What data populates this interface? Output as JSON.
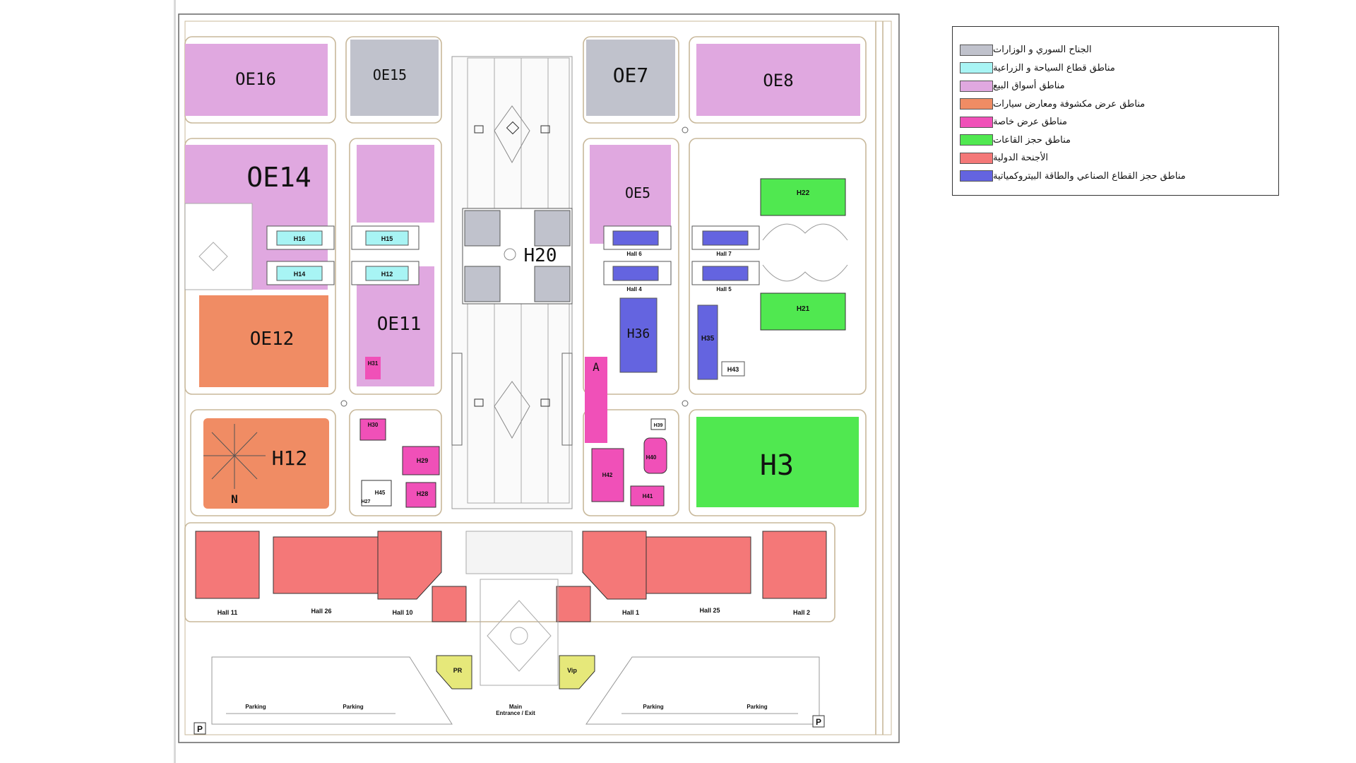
{
  "colors": {
    "syrian_ministries": "#c0c2cc",
    "tourism_agri": "#a8f4f4",
    "sales_markets": "#e0a8e0",
    "open_exhibition_cars": "#f08c64",
    "special_exhibition": "#f050b8",
    "halls_booking": "#50e850",
    "international": "#f47878",
    "industrial_petro": "#6464e0",
    "road_outline": "#c8b89a"
  },
  "legend": {
    "items": [
      {
        "key": "syrian_ministries",
        "color": "#c0c2cc",
        "label": "الجناح السوري و الوزارات"
      },
      {
        "key": "tourism_agri",
        "color": "#a8f4f4",
        "label": "مناطق قطاع السياحة و الزراعية"
      },
      {
        "key": "sales_markets",
        "color": "#e0a8e0",
        "label": "مناطق أسواق البيع"
      },
      {
        "key": "open_exhibition_cars",
        "color": "#f08c64",
        "label": "مناطق عرض مكشوفة ومعارض سيارات"
      },
      {
        "key": "special_exhibition",
        "color": "#f050b8",
        "label": "مناطق عرض خاصة"
      },
      {
        "key": "halls_booking",
        "color": "#50e850",
        "label": "مناطق حجز القاعات"
      },
      {
        "key": "international",
        "color": "#f47878",
        "label": "الأجنحة الدولية"
      },
      {
        "key": "industrial_petro",
        "color": "#6464e0",
        "label": "مناطق حجز القطاع الصناعي والطاقة البيتروكمياتية"
      }
    ]
  },
  "zones": {
    "oe16": "OE16",
    "oe15": "OE15",
    "oe7": "OE7",
    "oe8": "OE8",
    "oe14": "OE14",
    "oe5": "OE5",
    "oe11": "OE11",
    "oe12": "OE12",
    "h12": "H12",
    "h3": "H3",
    "h20": "H20",
    "h36": "H36",
    "h35": "H35",
    "h22": "H22",
    "h21": "H21",
    "h16": "H16",
    "h15": "H15",
    "h14": "H14",
    "h13": "H12",
    "h31": "H31",
    "h30": "H30",
    "h29": "H29",
    "h28": "H28",
    "h27": "H27",
    "h45": "H45",
    "h39": "H39",
    "h40": "H40",
    "h42": "H42",
    "h41": "H41",
    "h43": "H43",
    "zone_a": "A",
    "north": "N",
    "hall6": "Hall 6",
    "hall7": "Hall 7",
    "hall4": "Hall 4",
    "hall5": "Hall 5",
    "hall11": "Hall 11",
    "hall26": "Hall 26",
    "hall10": "Hall 10",
    "hall1": "Hall 1",
    "hall25": "Hall 25",
    "hall2": "Hall 2",
    "pr": "PR",
    "vip": "Vip"
  },
  "entrance": {
    "line1": "Main",
    "line2": "Entrance / Exit"
  },
  "parking": {
    "label": "Parking",
    "sign": "P"
  }
}
